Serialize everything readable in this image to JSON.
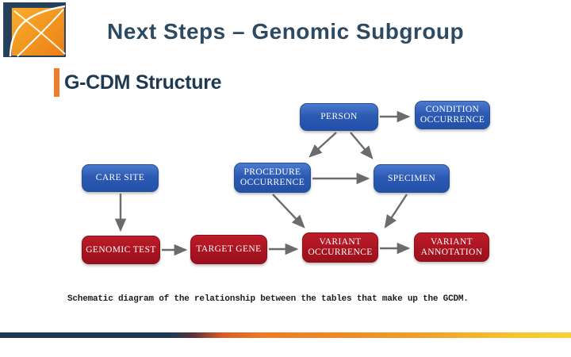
{
  "slide": {
    "title": "Next Steps – Genomic Subgroup",
    "section_heading": "G-CDM Structure",
    "caption": "Schematic diagram of the relationship between the tables that make up the GCDM."
  },
  "diagram": {
    "nodes": [
      {
        "label": "PERSON",
        "color": "blue"
      },
      {
        "label": "CONDITION OCCURRENCE",
        "color": "blue"
      },
      {
        "label": "CARE SITE",
        "color": "blue"
      },
      {
        "label": "PROCEDURE OCCURRENCE",
        "color": "blue"
      },
      {
        "label": "SPECIMEN",
        "color": "blue"
      },
      {
        "label": "GENOMIC TEST",
        "color": "red"
      },
      {
        "label": "TARGET GENE",
        "color": "red"
      },
      {
        "label": "VARIANT OCCURRENCE",
        "color": "red"
      },
      {
        "label": "VARIANT ANNOTATION",
        "color": "red"
      }
    ],
    "edges": [
      {
        "from": "PERSON",
        "to": "CONDITION OCCURRENCE"
      },
      {
        "from": "PERSON",
        "to": "PROCEDURE OCCURRENCE"
      },
      {
        "from": "PERSON",
        "to": "SPECIMEN"
      },
      {
        "from": "PROCEDURE OCCURRENCE",
        "to": "SPECIMEN"
      },
      {
        "from": "CARE SITE",
        "to": "GENOMIC TEST"
      },
      {
        "from": "PROCEDURE OCCURRENCE",
        "to": "VARIANT OCCURRENCE"
      },
      {
        "from": "SPECIMEN",
        "to": "VARIANT OCCURRENCE"
      },
      {
        "from": "GENOMIC TEST",
        "to": "TARGET GENE"
      },
      {
        "from": "TARGET GENE",
        "to": "VARIANT OCCURRENCE"
      },
      {
        "from": "VARIANT OCCURRENCE",
        "to": "VARIANT ANNOTATION"
      }
    ],
    "colors": {
      "clinical_table": "#2d5ab2",
      "genomic_table": "#a91420",
      "arrow": "#6b6b6b"
    }
  },
  "branding": {
    "accent_orange": "#ee7d2b",
    "title_navy": "#2d4a63",
    "footer_gradient": [
      "#1e3a52",
      "#ec7b25",
      "#f7d234"
    ]
  }
}
